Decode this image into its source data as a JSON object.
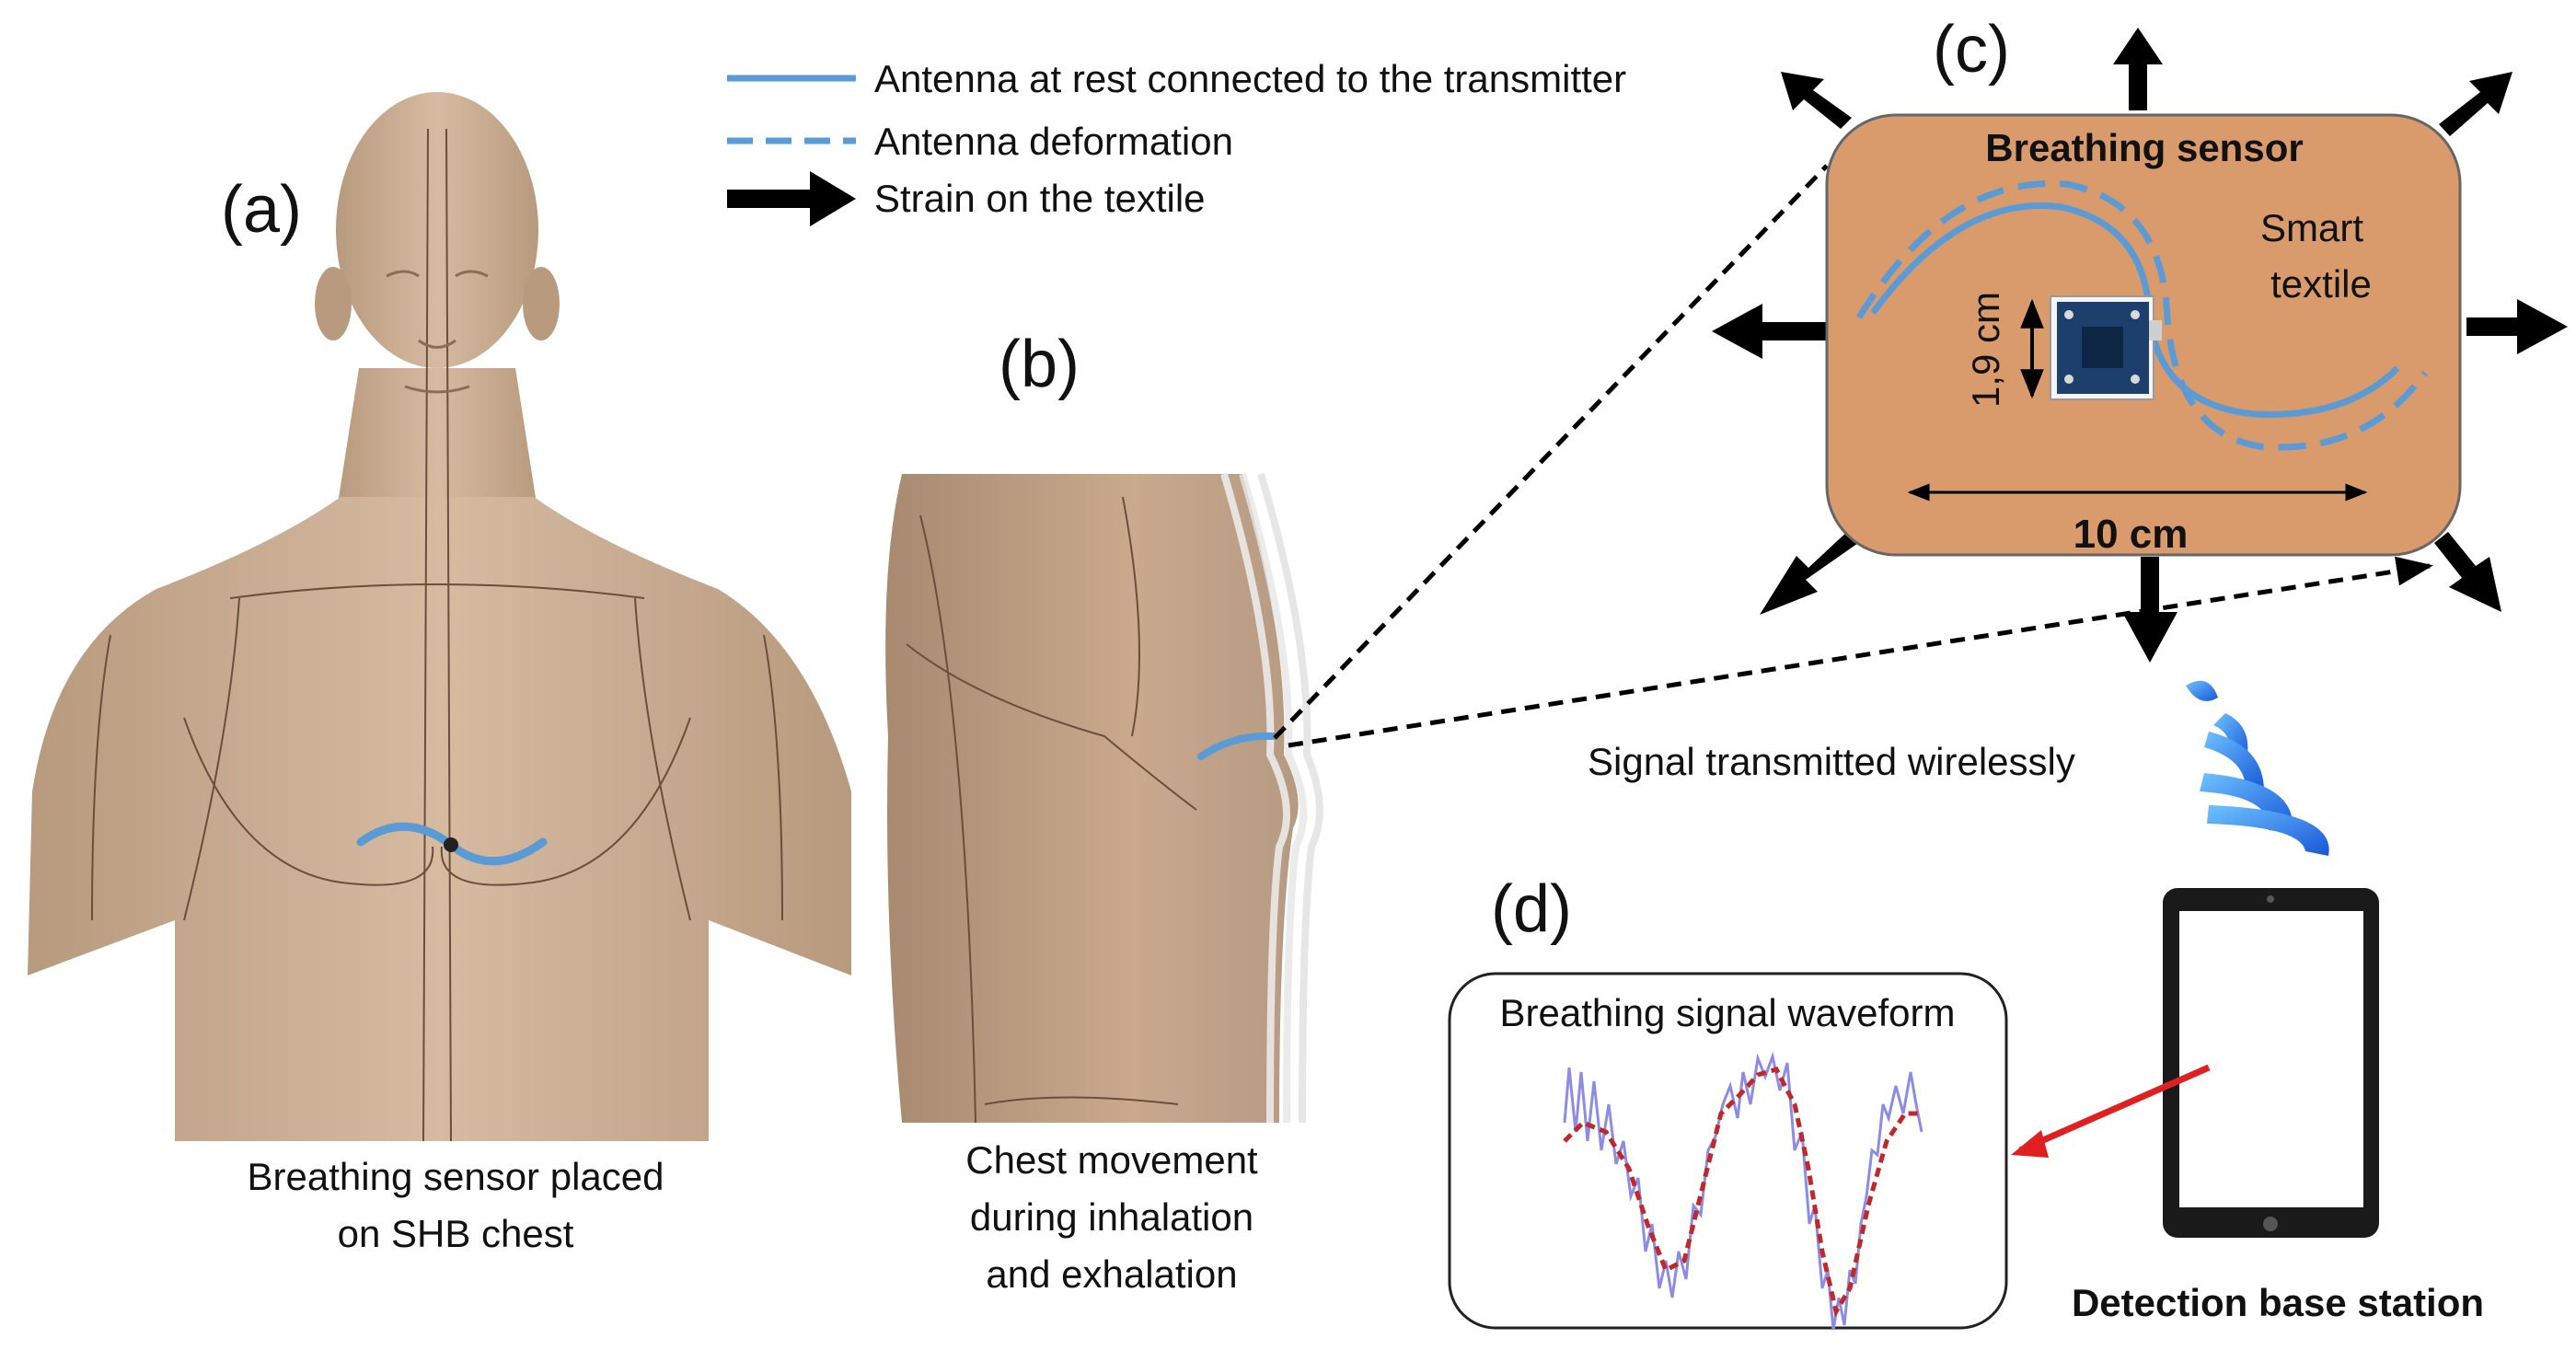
{
  "legend": {
    "rest": "Antenna at rest connected to the transmitter",
    "deformation": "Antenna deformation",
    "strain": "Strain on the textile"
  },
  "panels": {
    "a": {
      "label": "(a)",
      "caption": [
        "Breathing sensor placed",
        "on SHB chest"
      ]
    },
    "b": {
      "label": "(b)",
      "caption": [
        "Chest movement",
        "during inhalation",
        "and exhalation"
      ]
    },
    "c": {
      "label": "(c)",
      "title": "Breathing sensor",
      "textile": [
        "Smart",
        "textile"
      ],
      "height_dim": "1,9 cm",
      "width_dim": "10 cm"
    },
    "d": {
      "label": "(d)",
      "title": "Breathing signal waveform"
    }
  },
  "wireless_label": "Signal transmitted wirelessly",
  "base_station": "Detection base station",
  "icons": [
    "arrow-icon",
    "wifi-icon",
    "tablet-icon",
    "chip-icon"
  ],
  "colors": {
    "antenna": "#5b9bd5",
    "textile": "#d99a6c",
    "skin": "#c4a88d",
    "signal_raw": "#8c8ce6",
    "signal_fit": "#c0282a",
    "pointer": "#e02020"
  }
}
